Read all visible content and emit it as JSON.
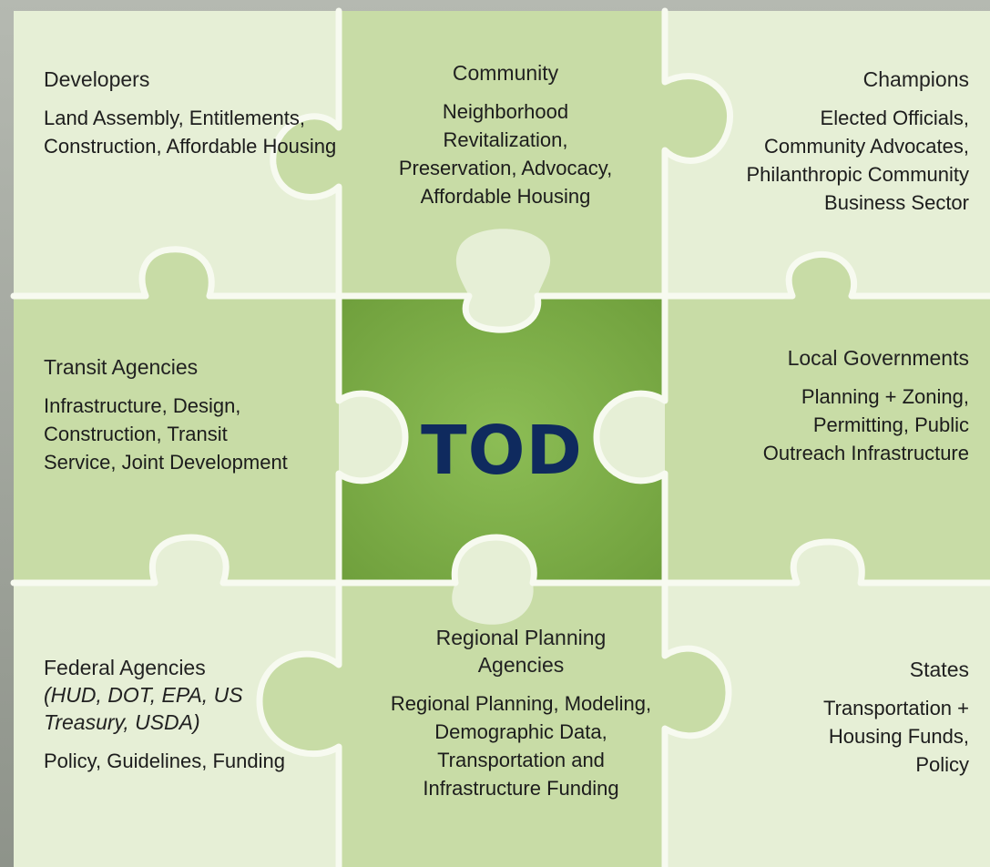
{
  "center": {
    "label": "TOD"
  },
  "pieces": {
    "developers": {
      "title": "Developers",
      "body": "Land Assembly, Entitlements, Construction, Affordable Housing"
    },
    "community": {
      "title": "Community",
      "body": "Neighborhood Revitalization, Preservation, Advocacy, Affordable Housing"
    },
    "champions": {
      "title": "Champions",
      "body": "Elected Officials, Community Advocates, Philanthropic Community Business Sector"
    },
    "transit_agencies": {
      "title": "Transit Agencies",
      "body": "Infrastructure, Design, Construction, Transit Service,  Joint Development"
    },
    "local_governments": {
      "title": "Local Governments",
      "body": "Planning + Zoning, Permitting, Public Outreach Infrastructure"
    },
    "federal_agencies": {
      "title": "Federal  Agencies",
      "subtitle": "(HUD, DOT, EPA, US Treasury, USDA)",
      "body": "Policy, Guidelines, Funding"
    },
    "regional_planning": {
      "title": "Regional Planning Agencies",
      "body": "Regional Planning, Modeling, Demographic Data, Transportation and Infrastructure Funding"
    },
    "states": {
      "title": "States",
      "body": "Transportation + Housing Funds, Policy"
    }
  },
  "colors": {
    "light_piece": "#e6efd6",
    "medium_piece": "#c8dca6",
    "center_piece": "#7fb048",
    "seam": "#f7faf0",
    "text": "#1c1c1c",
    "tod_text": "#0f2a5e"
  }
}
